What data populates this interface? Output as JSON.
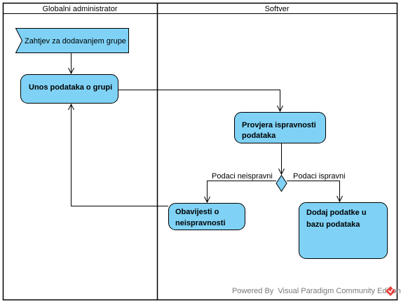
{
  "lanes": {
    "left_title": "Globalni administrator",
    "right_title": "Softver"
  },
  "nodes": {
    "signal": "Zahtjev za dodavanjem grupe",
    "unos": "Unos podataka o grupi",
    "provjera_line1": "Provjera ispravnosti",
    "provjera_line2": "podataka",
    "obavijesti_line1": "Obavijesti o",
    "obavijesti_line2": "neispravnosti",
    "dodaj_line1": "Dodaj podatke u",
    "dodaj_line2": "bazu podataka"
  },
  "edges": {
    "neispravni": "Podaci neispravni",
    "ispravni": "Podaci ispravni"
  },
  "footer": {
    "watermark": "Powered By  Visual Paradigm Community Edition"
  },
  "colors": {
    "node_fill": "#7fd2f5",
    "node_stroke": "#000000",
    "line": "#000000"
  }
}
